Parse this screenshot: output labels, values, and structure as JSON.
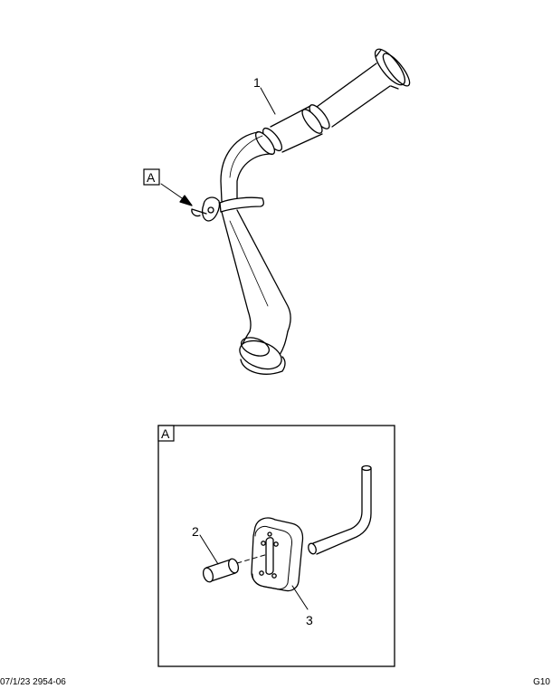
{
  "figure": {
    "main_view": {
      "callouts": [
        {
          "id": "callout-1",
          "label": "1"
        }
      ],
      "view_ref_label": "A"
    },
    "detail_view": {
      "title": "A",
      "callouts": [
        {
          "id": "callout-2",
          "label": "2"
        },
        {
          "id": "callout-3",
          "label": "3"
        }
      ]
    }
  },
  "footer": {
    "left_text": "07/1/23 2954-06",
    "right_text": "G10"
  }
}
